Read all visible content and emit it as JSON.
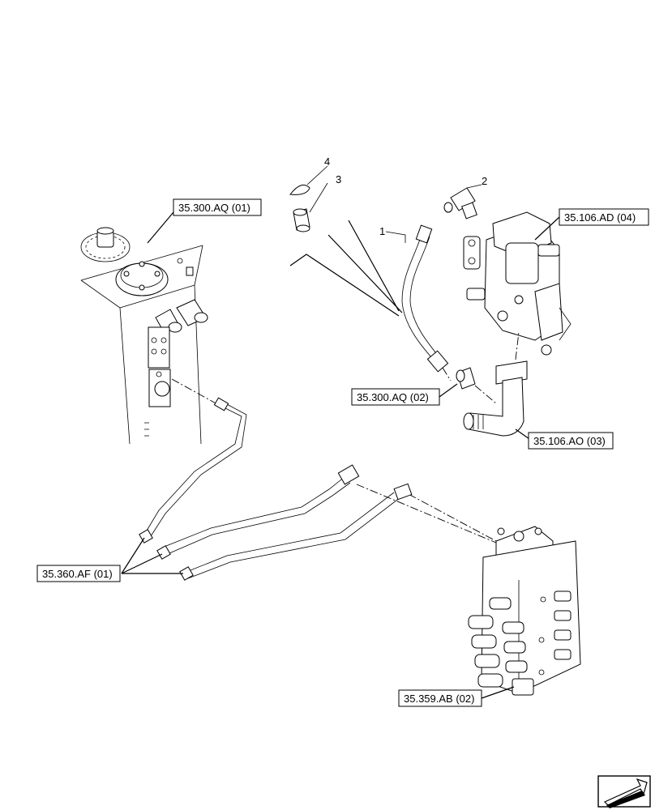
{
  "references": {
    "tank": "35.300.AQ (01)",
    "pump": "35.106.AD (04)",
    "fitting": "35.300.AQ (02)",
    "elbow": "35.106.AO (03)",
    "hoses": "35.360.AF (01)",
    "valve": "35.359.AB (02)"
  },
  "items": {
    "hose": "1",
    "elbow_fitting": "2",
    "plug": "3",
    "cap": "4"
  },
  "nav_icon": "next-page-arrow-icon"
}
